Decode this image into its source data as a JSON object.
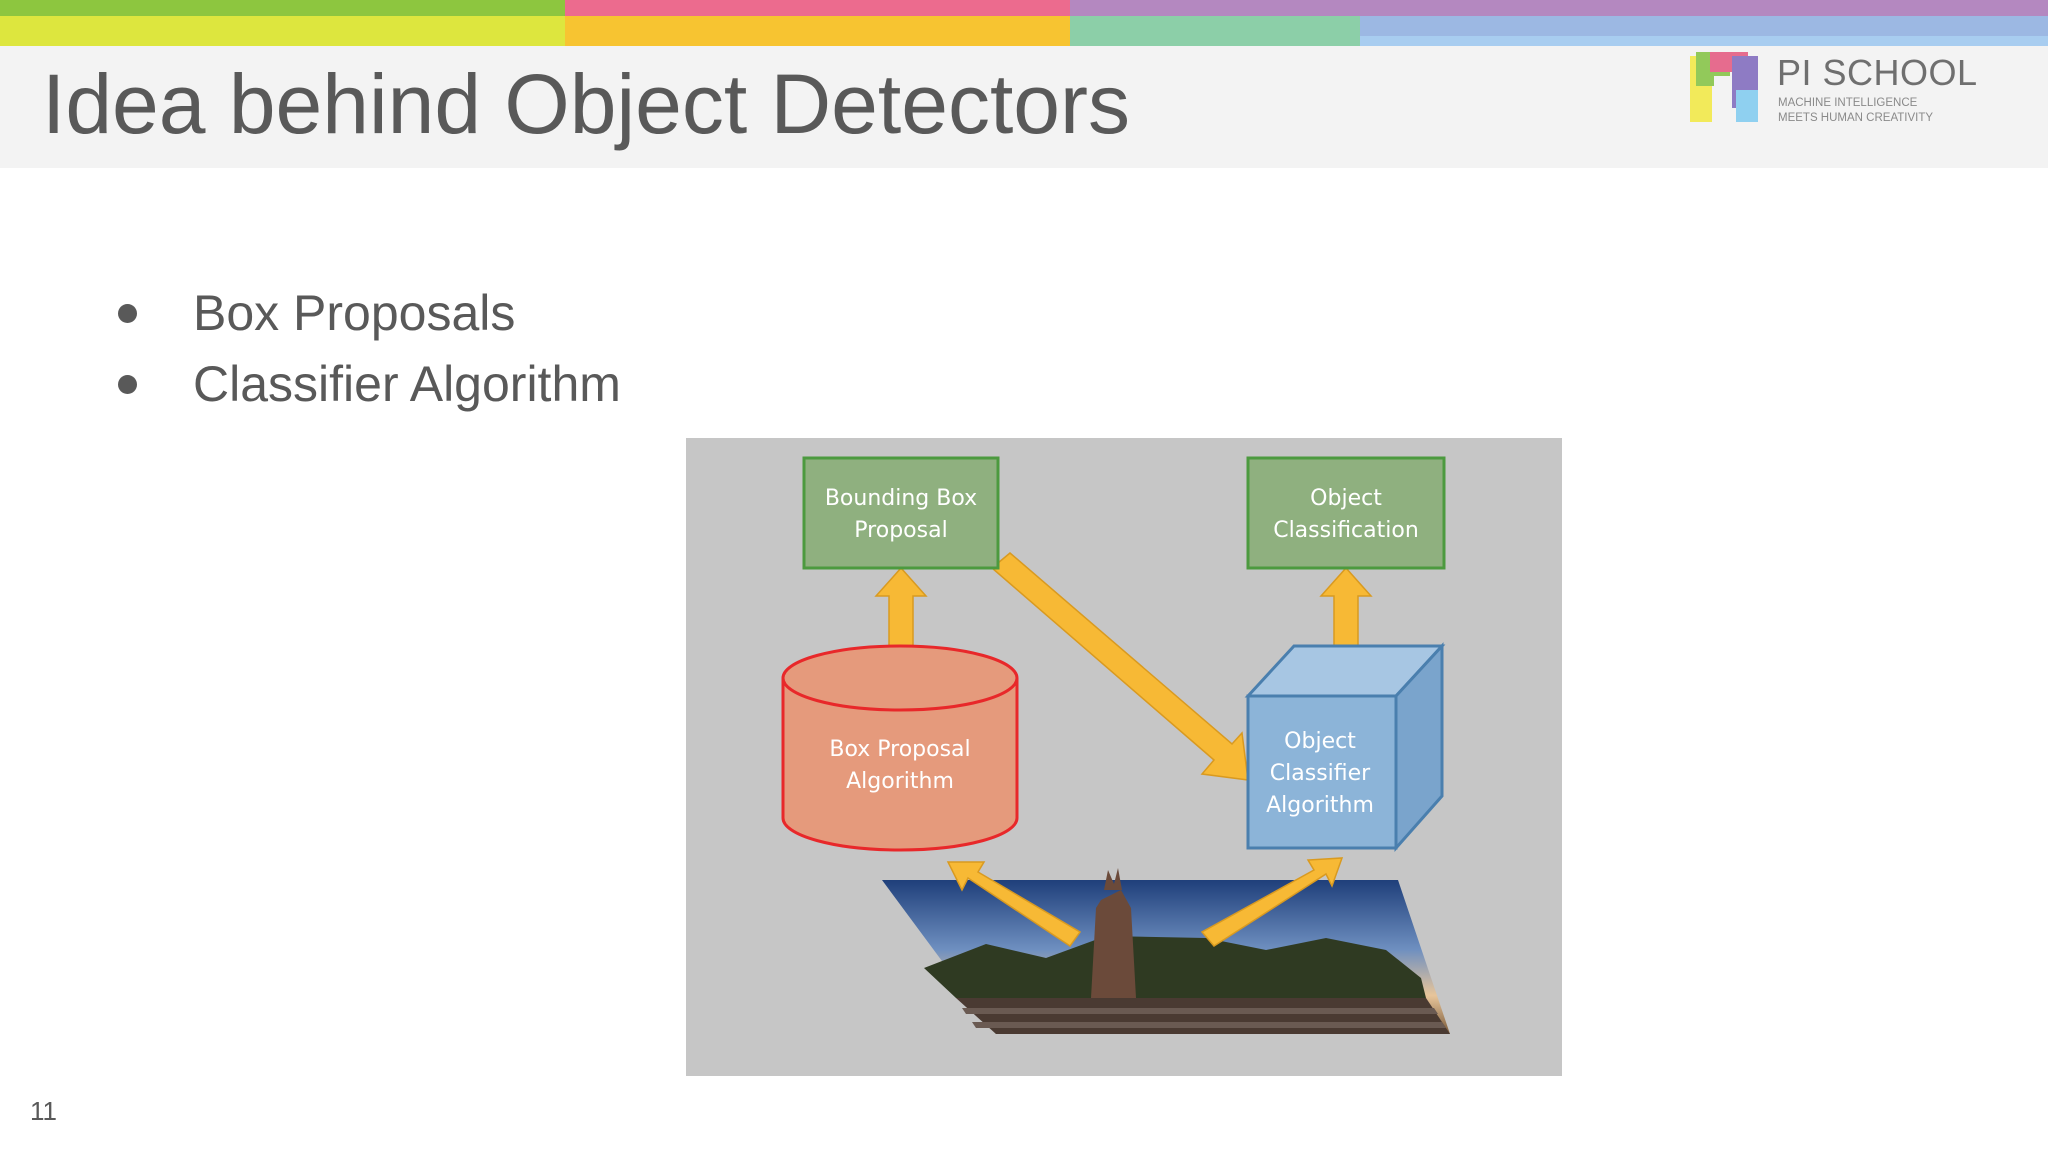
{
  "slide": {
    "title": "Idea behind Object Detectors",
    "page_number": "11"
  },
  "logo": {
    "name": "PI SCHOOL",
    "tagline_1": "MACHINE INTELLIGENCE",
    "tagline_2": "MEETS HUMAN CREATIVITY"
  },
  "bullets": [
    "Box Proposals",
    "Classifier Algorithm"
  ],
  "diagram": {
    "bounding_box_proposal": [
      "Bounding Box",
      "Proposal"
    ],
    "object_classification": [
      "Object",
      "Classification"
    ],
    "box_proposal_algorithm": [
      "Box Proposal",
      "Algorithm"
    ],
    "object_classifier_algorithm": [
      "Object",
      "Classifier",
      "Algorithm"
    ]
  },
  "colors": {
    "title_text": "#595959",
    "green_box": "#8fb07f",
    "green_border": "#4c9a3f",
    "orange_cylinder": "#e59a7c",
    "red_border": "#e8282a",
    "blue_cube": "#8cb4d8",
    "blue_border": "#4a7fae",
    "arrow": "#f7b935",
    "diagram_bg": "#c6c6c6"
  }
}
